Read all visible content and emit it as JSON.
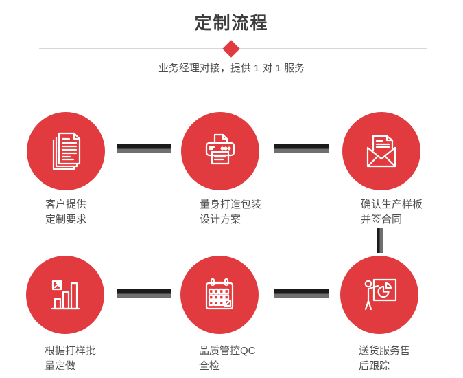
{
  "header": {
    "title": "定制流程",
    "subtitle": "业务经理对接，提供 1 对 1 服务",
    "divider_marker": "diamond"
  },
  "colors": {
    "accent_red": "#e23b3f",
    "bar_dark": "#1b1b1b",
    "bar_gray": "#6f6f6f",
    "divider_gray": "#d8d8d8",
    "title_text": "#3d3d3d",
    "label_text": "#4f4f4f"
  },
  "steps": [
    {
      "icon": "documents-icon",
      "lines": [
        "客户提供",
        "定制要求"
      ]
    },
    {
      "icon": "printer-icon",
      "lines": [
        "量身打造包装",
        "设计方案"
      ]
    },
    {
      "icon": "envelope-icon",
      "lines": [
        "确认生产样板",
        "并签合同"
      ]
    },
    {
      "icon": "growth-chart-icon",
      "lines": [
        "根据打样批",
        "量定做"
      ]
    },
    {
      "icon": "calendar-icon",
      "lines": [
        "品质管控QC",
        "全检"
      ]
    },
    {
      "icon": "presentation-icon",
      "lines": [
        "送货服务售",
        "后跟踪"
      ]
    }
  ],
  "connectors": {
    "horizontal_count": 4,
    "vertical_count": 1
  }
}
